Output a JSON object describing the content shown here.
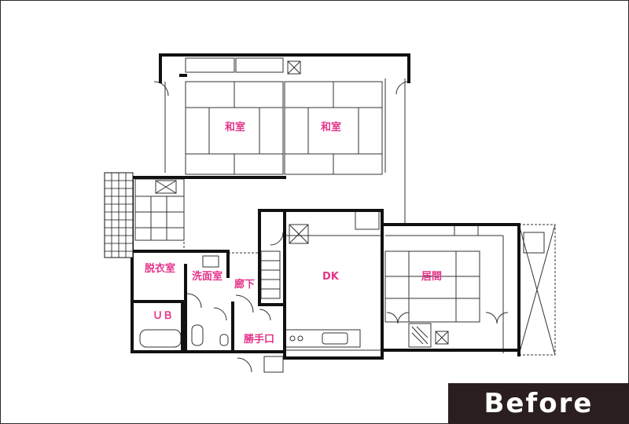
{
  "colors": {
    "wall": "#111111",
    "thin_line": "#333333",
    "label": "#e4358a",
    "badge_bg": "#2a1e1e",
    "badge_text": "#ffffff"
  },
  "rooms": {
    "washitsu_left": "和室",
    "washitsu_right": "和室",
    "datsuishitsu": "脱衣室",
    "senmenshitsu": "洗面室",
    "roka": "廊下",
    "dk": "DK",
    "ima": "居間",
    "ub": "ＵＢ",
    "katteguchi": "勝手口"
  },
  "badge": {
    "label": "Before"
  }
}
